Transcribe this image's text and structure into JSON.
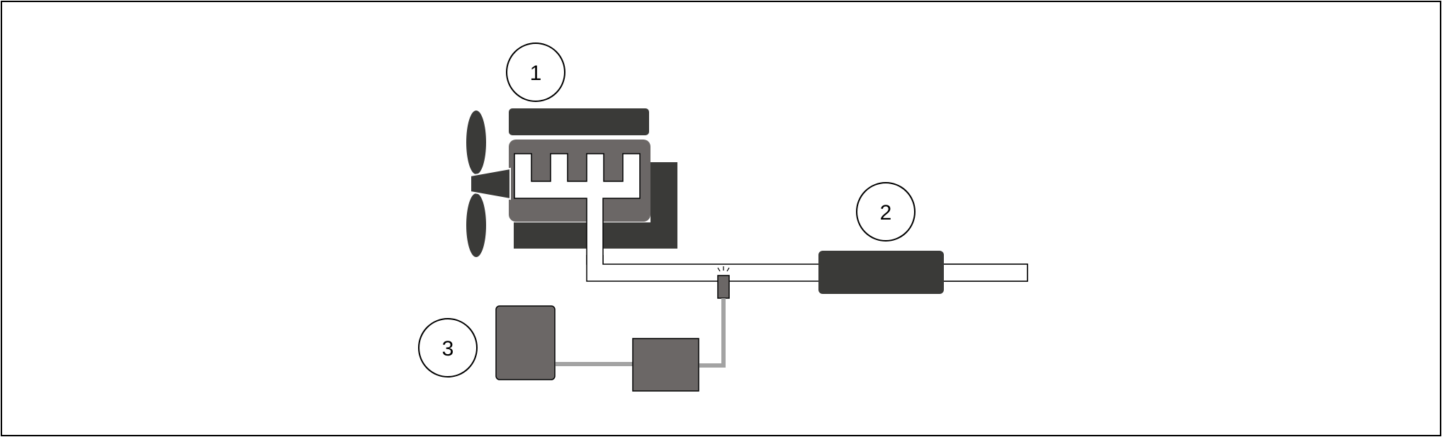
{
  "colors": {
    "frame": "#000000",
    "dark": "#3a3a38",
    "medium": "#6b6766",
    "wire": "#a3a3a3",
    "pipe_fill": "#ffffff",
    "outline": "#000000"
  },
  "callouts": [
    {
      "id": "callout-1",
      "label": "1"
    },
    {
      "id": "callout-2",
      "label": "2"
    },
    {
      "id": "callout-3",
      "label": "3"
    }
  ],
  "icons": {
    "engine": "engine-icon",
    "fan": "fan-icon",
    "muffler": "muffler-icon",
    "sensor": "exhaust-sensor-icon",
    "control_unit": "control-unit-icon",
    "ecu": "ecu-icon"
  }
}
